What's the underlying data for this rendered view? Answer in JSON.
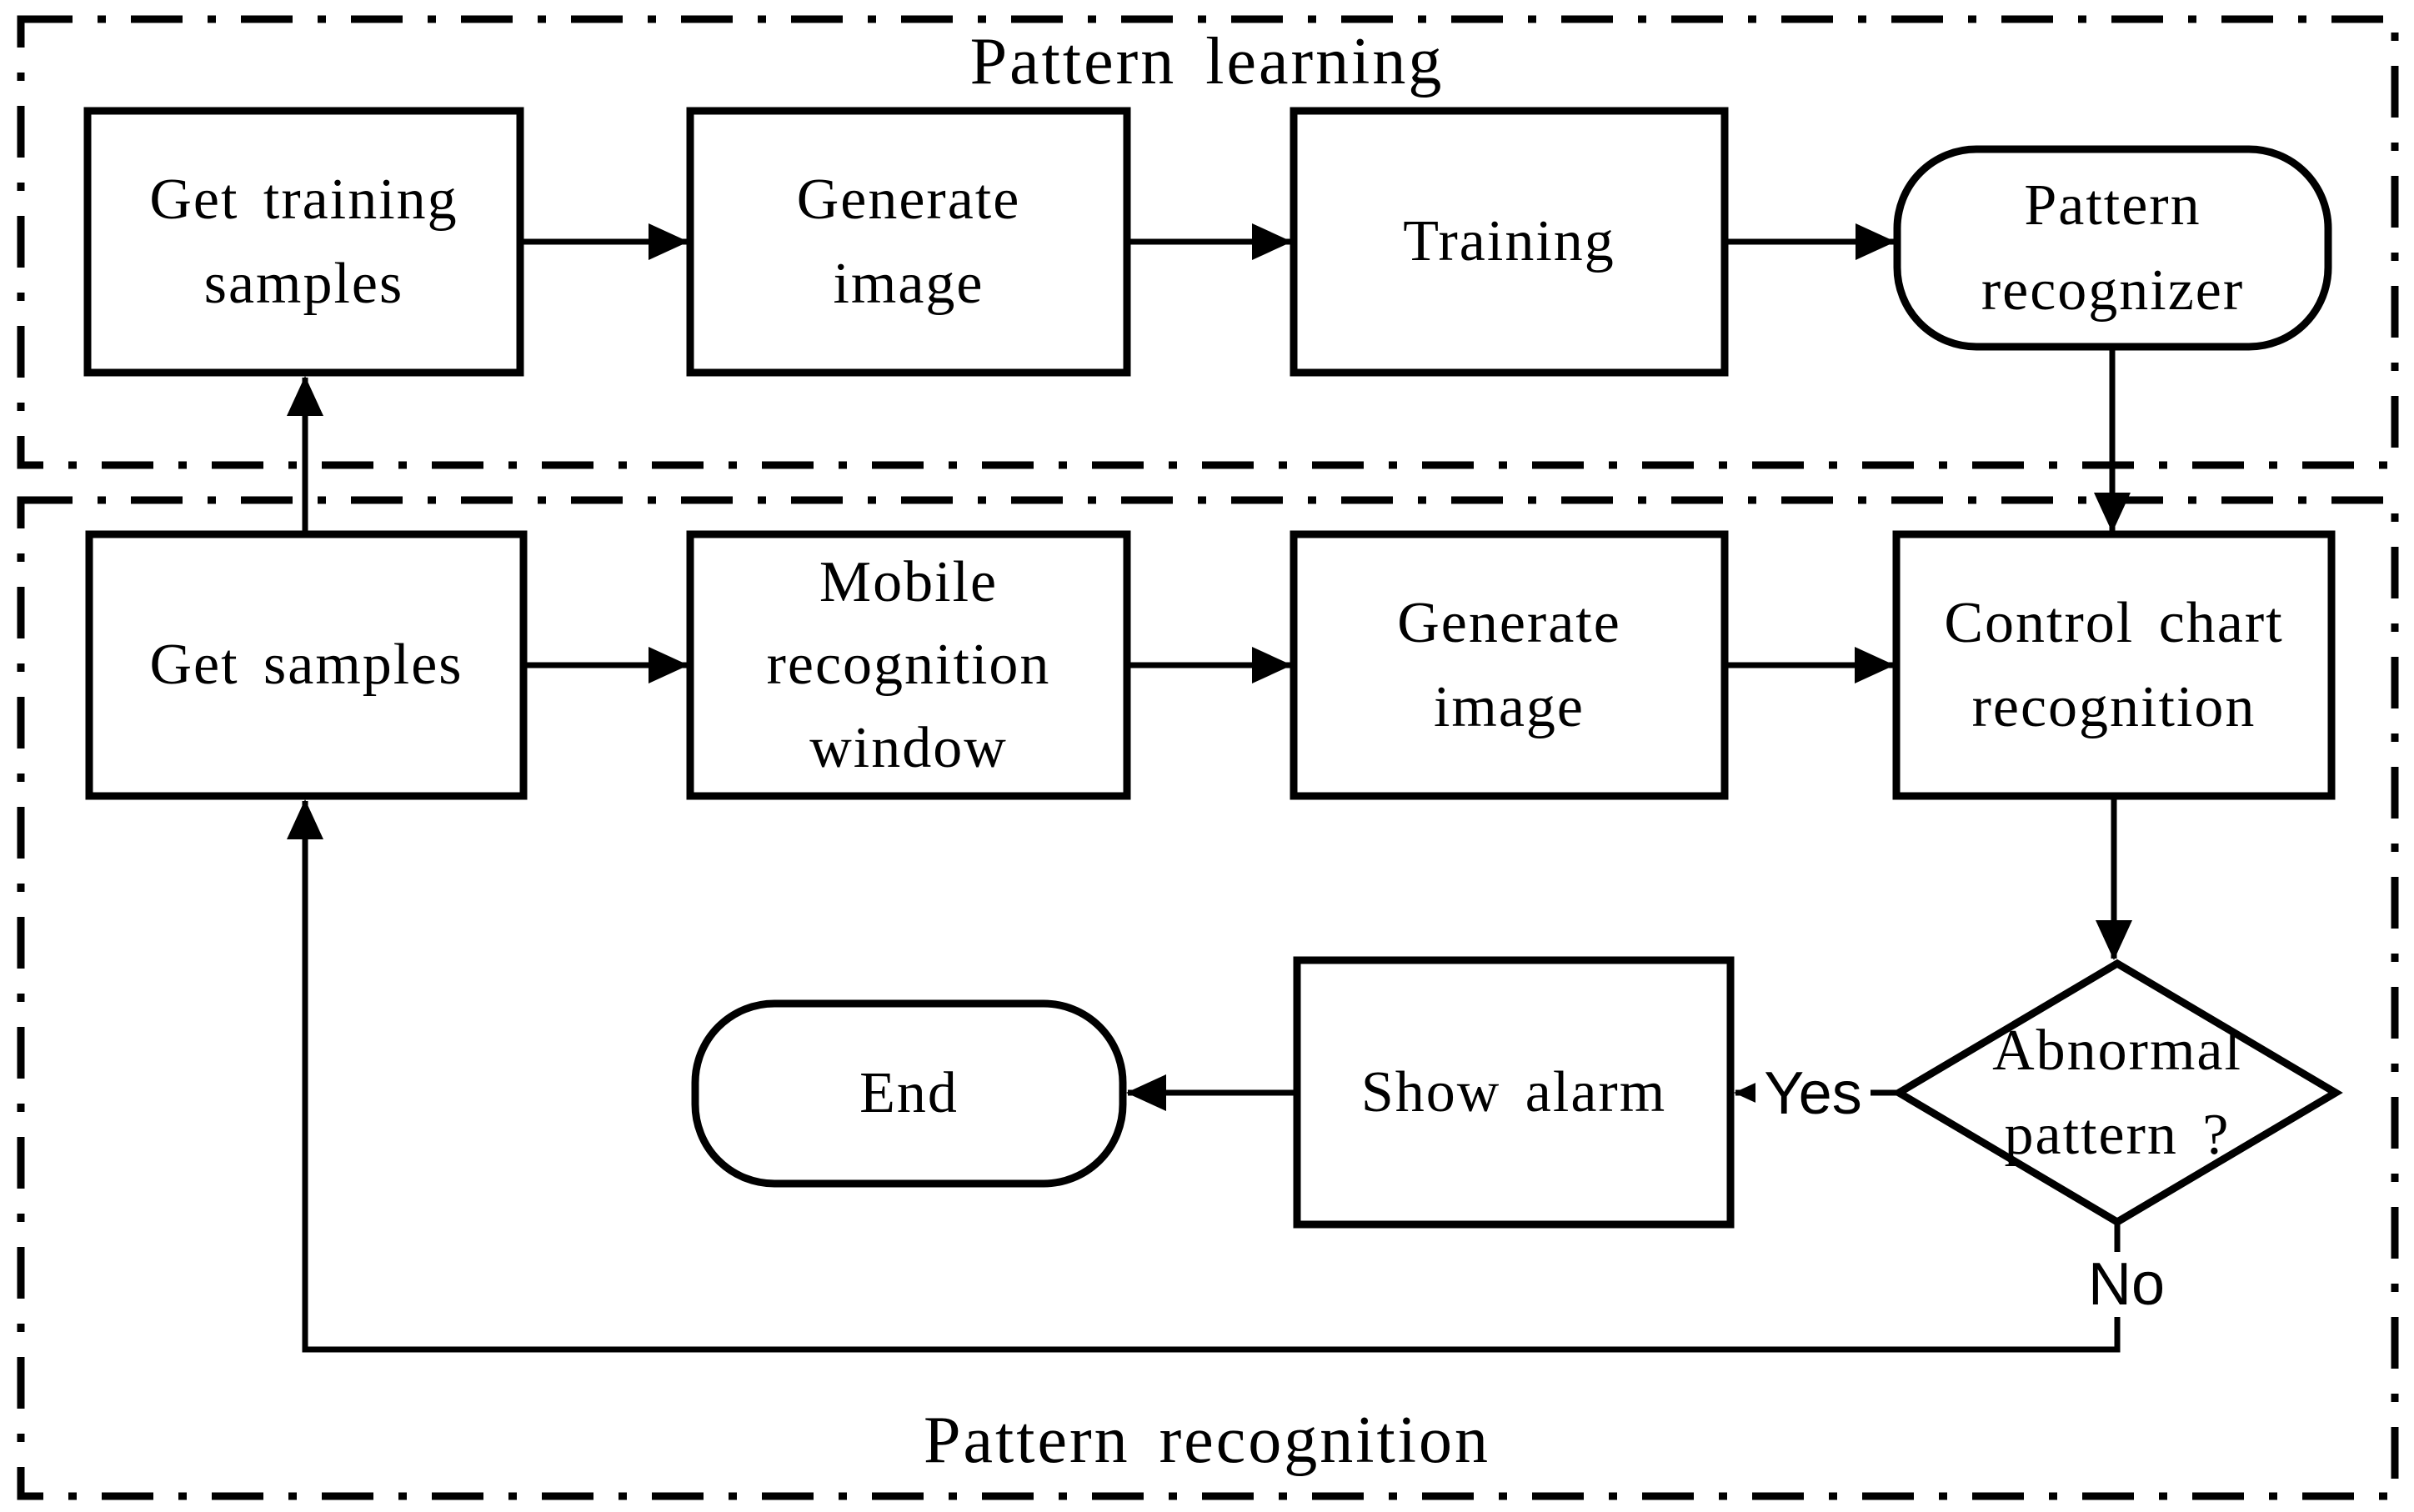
{
  "figure": {
    "background_color": "#ffffff",
    "stroke_color": "#000000",
    "sections": {
      "learning": {
        "title": "Pattern learning"
      },
      "recognition": {
        "title": "Pattern recognition"
      }
    },
    "nodes": {
      "get_training_samples": {
        "type": "process",
        "label": "Get training\nsamples"
      },
      "generate_image_learning": {
        "type": "process",
        "label": "Generate\nimage"
      },
      "training": {
        "type": "process",
        "label": "Training"
      },
      "pattern_recognizer": {
        "type": "terminator",
        "label": "Pattern\nrecognizer"
      },
      "get_samples": {
        "type": "process",
        "label": "Get samples"
      },
      "mobile_recognition_window": {
        "type": "process",
        "label": "Mobile\nrecognition\nwindow"
      },
      "generate_image_recognition": {
        "type": "process",
        "label": "Generate\nimage"
      },
      "control_chart_recognition": {
        "type": "process",
        "label": "Control chart\nrecognition"
      },
      "abnormal_pattern_decision": {
        "type": "decision",
        "label": "Abnormal\npattern ?"
      },
      "show_alarm": {
        "type": "process",
        "label": "Show alarm"
      },
      "end": {
        "type": "terminator",
        "label": "End"
      }
    },
    "edge_labels": {
      "yes": "Yes",
      "no": "No"
    }
  }
}
